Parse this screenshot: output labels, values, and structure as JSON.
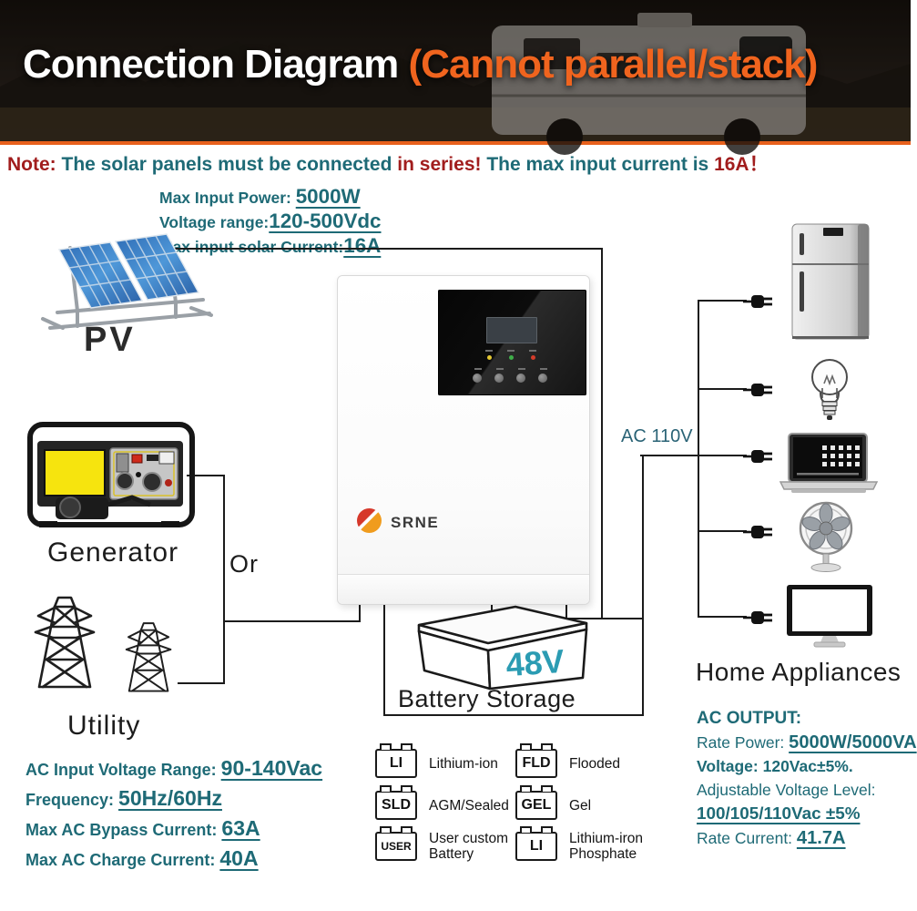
{
  "header": {
    "title": "Connection Diagram",
    "subtitle": "(Cannot parallel/stack)"
  },
  "note": {
    "prefix": "Note:",
    "seg1": " The solar panels must be connected ",
    "seg2": "in series!",
    "seg3": " The max input current is ",
    "seg4": "16A",
    "seg5": "！"
  },
  "pv": {
    "label": "PV",
    "specs": [
      {
        "label": "Max Input Power: ",
        "value": "5000W"
      },
      {
        "label": "Voltage range:",
        "value": "120-500Vdc"
      },
      {
        "label": "Max input solar Current:",
        "value": "16A"
      }
    ]
  },
  "generator": {
    "label": "Generator"
  },
  "or_label": "Or",
  "utility": {
    "label": "Utility"
  },
  "ac_input": {
    "lines": [
      {
        "label": "AC Input Voltage Range: ",
        "value": "90-140Vac"
      },
      {
        "label": "Frequency: ",
        "value": "50Hz/60Hz"
      },
      {
        "label": "Max AC Bypass Current: ",
        "value": "63A"
      },
      {
        "label": "Max AC Charge Current: ",
        "value": "40A"
      }
    ]
  },
  "inverter": {
    "brand": "SRNE"
  },
  "ac_output_wire_label": "AC 110V",
  "battery": {
    "voltage": "48V",
    "label": "Battery Storage"
  },
  "battery_types": [
    {
      "code": "LI",
      "name": "Lithium-ion"
    },
    {
      "code": "FLD",
      "name": "Flooded"
    },
    {
      "code": "SLD",
      "name": "AGM/Sealed"
    },
    {
      "code": "GEL",
      "name": "Gel"
    },
    {
      "code": "USER",
      "name": "User custom Battery"
    },
    {
      "code": "LI",
      "name": "Lithium-iron Phosphate"
    }
  ],
  "home_appliances": {
    "label": "Home Appliances"
  },
  "ac_output": {
    "title": "AC OUTPUT:",
    "rate_power_label": "Rate Power: ",
    "rate_power_value": "5000W/5000VA",
    "voltage_line": "Voltage: 120Vac±5%.",
    "adjustable_label": "Adjustable Voltage Level:",
    "adjustable_value": "100/105/110Vac ±5%",
    "rate_current_label": "Rate Current: ",
    "rate_current_value": "41.7A"
  },
  "colors": {
    "teal_text": "#1e6a76",
    "red_text": "#a11d1d",
    "orange_accent": "#f0641e",
    "battery_teal": "#2b9cb3",
    "wire": "#1b1b1b"
  }
}
